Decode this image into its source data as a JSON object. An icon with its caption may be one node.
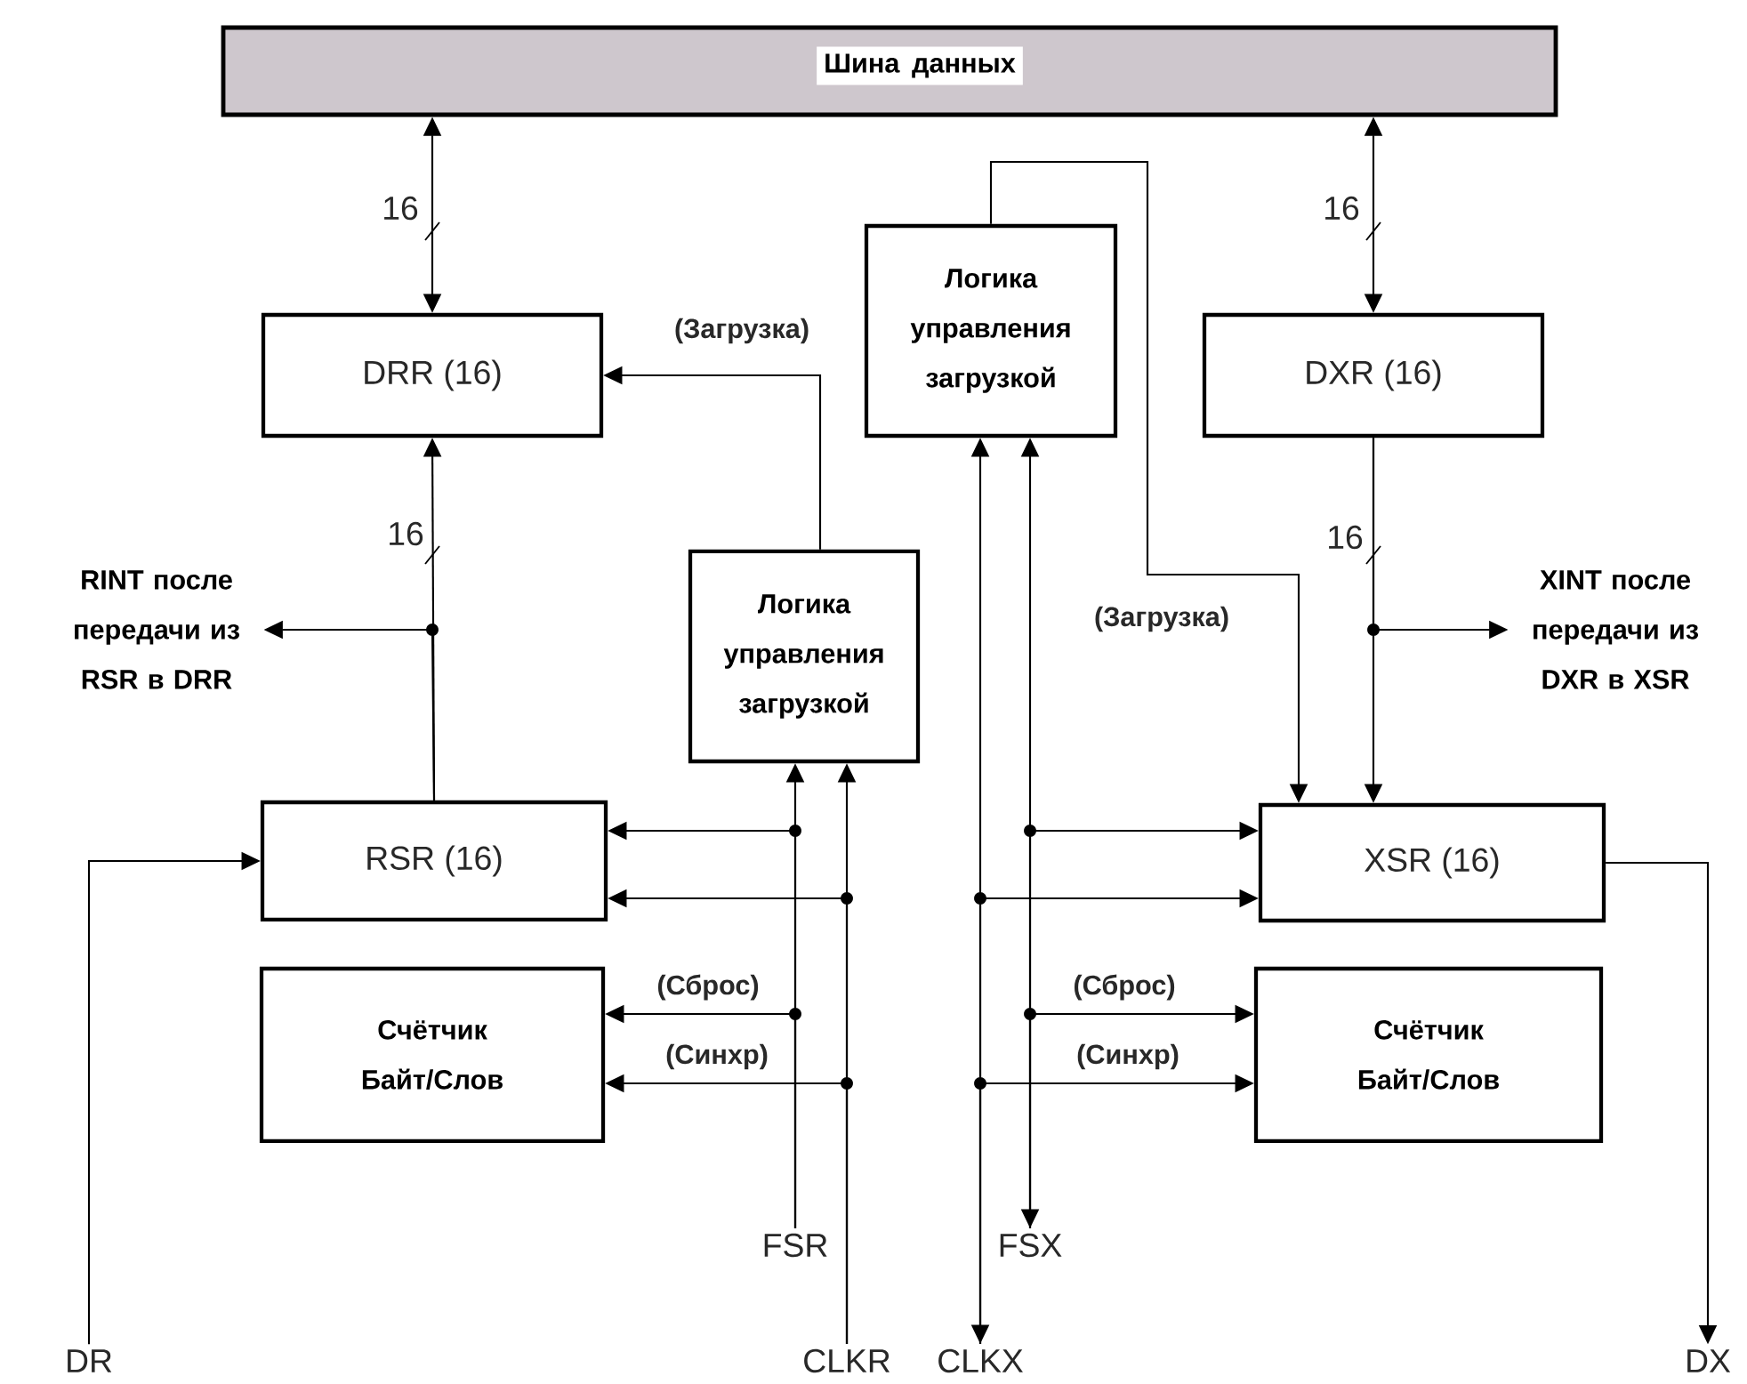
{
  "diagram": {
    "nodes": [
      {
        "text": [
          "Шина данных"
        ]
      },
      {
        "text": [
          "DRR (16)"
        ]
      },
      {
        "text": [
          "Логика управления загрузкой"
        ]
      },
      {
        "text": [
          "DXR (16)"
        ]
      },
      {
        "text": [
          "RINT после передачи из RSR в DRR"
        ]
      },
      {
        "text": [
          "Логика управления загрузкой"
        ]
      },
      {
        "text": [
          "XINT после передачи из DXR в XSR"
        ]
      },
      {
        "text": [
          "RSR (16)"
        ]
      },
      {
        "text": [
          "XSR (16)"
        ]
      },
      {
        "text": [
          "Счётчик Байт/Слов"
        ]
      },
      {
        "text": [
          "Счётчик Байт/Слов"
        ]
      },
      {
        "text": [
          "FSR"
        ]
      },
      {
        "text": [
          "FSX"
        ]
      },
      {
        "text": [
          "DR"
        ]
      },
      {
        "text": [
          "CLKR"
        ]
      },
      {
        "text": [
          "CLKX"
        ]
      },
      {
        "text": [
          "DX"
        ]
      }
    ],
    "edges": [
      {
        "from": 0,
        "to": 1,
        "arrow": "both",
        "label": "16"
      },
      {
        "from": 0,
        "to": 3,
        "arrow": "both",
        "label": "16"
      },
      {
        "from": 7,
        "to": 1,
        "arrow": "to",
        "label": "16"
      },
      {
        "from": 7,
        "to": 4,
        "arrow": "to"
      },
      {
        "from": 3,
        "to": 8,
        "arrow": "to",
        "label": "16"
      },
      {
        "from": 3,
        "to": 6,
        "arrow": "to"
      },
      {
        "from": 5,
        "to": 1,
        "arrow": "to",
        "label": "(Загрузка)"
      },
      {
        "from": 2,
        "to": 8,
        "arrow": "to",
        "label": "(Загрузка)"
      },
      {
        "from": 13,
        "to": 7,
        "arrow": "to"
      },
      {
        "from": 8,
        "to": 16,
        "arrow": "to"
      },
      {
        "from": 11,
        "to": 5,
        "arrow": "to"
      },
      {
        "from": 11,
        "to": 7,
        "arrow": "to"
      },
      {
        "from": 11,
        "to": 9,
        "arrow": "to",
        "label": "(Сброс)"
      },
      {
        "from": 14,
        "to": 5,
        "arrow": "to"
      },
      {
        "from": 14,
        "to": 7,
        "arrow": "to"
      },
      {
        "from": 14,
        "to": 9,
        "arrow": "to",
        "label": "(Синхр)"
      },
      {
        "from": 12,
        "to": 2,
        "arrow": "both"
      },
      {
        "from": 12,
        "to": 8,
        "arrow": "to"
      },
      {
        "from": 12,
        "to": 10,
        "arrow": "to",
        "label": "(Сброс)"
      },
      {
        "from": 15,
        "to": 2,
        "arrow": "both"
      },
      {
        "from": 15,
        "to": 8,
        "arrow": "to"
      },
      {
        "from": 15,
        "to": 10,
        "arrow": "to",
        "label": "(Синхр)"
      }
    ]
  }
}
